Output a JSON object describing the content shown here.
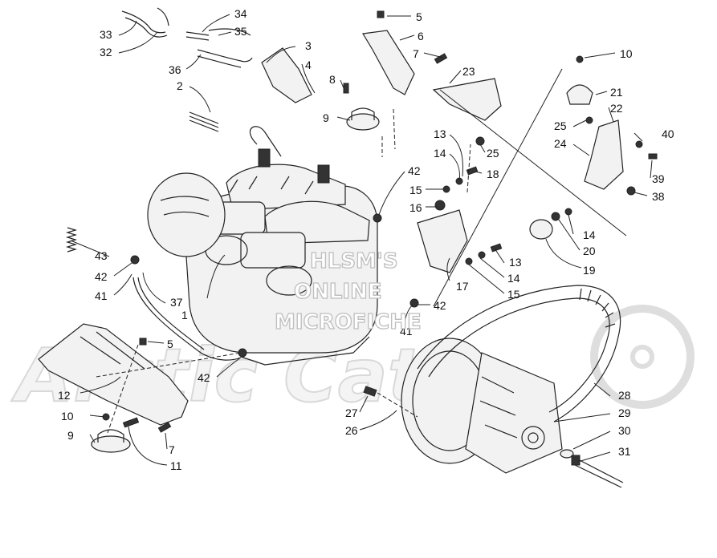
{
  "watermark": {
    "line1": "HLSM'S",
    "line2": "ONLINE",
    "line3": "MICROFICHE",
    "brand": "Arctic Cat"
  },
  "callouts": [
    {
      "id": "c1",
      "label": "1"
    },
    {
      "id": "c2",
      "label": "2"
    },
    {
      "id": "c3",
      "label": "3"
    },
    {
      "id": "c4",
      "label": "4"
    },
    {
      "id": "c5a",
      "label": "5"
    },
    {
      "id": "c5b",
      "label": "5"
    },
    {
      "id": "c6",
      "label": "6"
    },
    {
      "id": "c7a",
      "label": "7"
    },
    {
      "id": "c7b",
      "label": "7"
    },
    {
      "id": "c8",
      "label": "8"
    },
    {
      "id": "c9a",
      "label": "9"
    },
    {
      "id": "c9b",
      "label": "9"
    },
    {
      "id": "c10a",
      "label": "10"
    },
    {
      "id": "c10b",
      "label": "10"
    },
    {
      "id": "c11",
      "label": "11"
    },
    {
      "id": "c12",
      "label": "12"
    },
    {
      "id": "c13a",
      "label": "13"
    },
    {
      "id": "c13b",
      "label": "13"
    },
    {
      "id": "c14a",
      "label": "14"
    },
    {
      "id": "c14b",
      "label": "14"
    },
    {
      "id": "c14c",
      "label": "14"
    },
    {
      "id": "c15a",
      "label": "15"
    },
    {
      "id": "c15b",
      "label": "15"
    },
    {
      "id": "c16",
      "label": "16"
    },
    {
      "id": "c17",
      "label": "17"
    },
    {
      "id": "c18",
      "label": "18"
    },
    {
      "id": "c19",
      "label": "19"
    },
    {
      "id": "c20",
      "label": "20"
    },
    {
      "id": "c21",
      "label": "21"
    },
    {
      "id": "c22",
      "label": "22"
    },
    {
      "id": "c23",
      "label": "23"
    },
    {
      "id": "c24",
      "label": "24"
    },
    {
      "id": "c25a",
      "label": "25"
    },
    {
      "id": "c25b",
      "label": "25"
    },
    {
      "id": "c26",
      "label": "26"
    },
    {
      "id": "c27",
      "label": "27"
    },
    {
      "id": "c28",
      "label": "28"
    },
    {
      "id": "c29",
      "label": "29"
    },
    {
      "id": "c30",
      "label": "30"
    },
    {
      "id": "c31",
      "label": "31"
    },
    {
      "id": "c32",
      "label": "32"
    },
    {
      "id": "c33",
      "label": "33"
    },
    {
      "id": "c34",
      "label": "34"
    },
    {
      "id": "c35",
      "label": "35"
    },
    {
      "id": "c36",
      "label": "36"
    },
    {
      "id": "c37",
      "label": "37"
    },
    {
      "id": "c38",
      "label": "38"
    },
    {
      "id": "c39",
      "label": "39"
    },
    {
      "id": "c40",
      "label": "40"
    },
    {
      "id": "c41a",
      "label": "41"
    },
    {
      "id": "c41b",
      "label": "41"
    },
    {
      "id": "c42a",
      "label": "42"
    },
    {
      "id": "c42b",
      "label": "42"
    },
    {
      "id": "c42c",
      "label": "42"
    },
    {
      "id": "c42d",
      "label": "42"
    },
    {
      "id": "c43",
      "label": "43"
    }
  ]
}
